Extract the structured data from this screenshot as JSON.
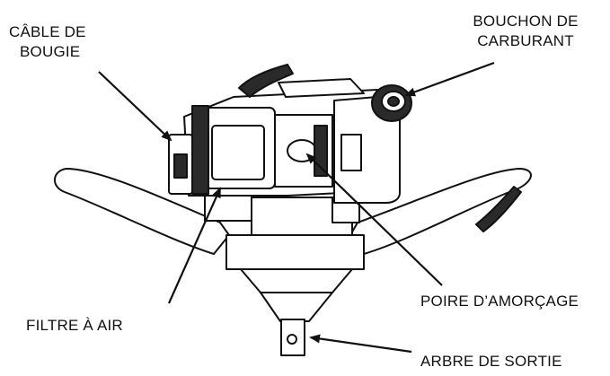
{
  "labels": {
    "spark_plug_cable": [
      "CÂBLE DE",
      "BOUGIE"
    ],
    "fuel_cap": [
      "BOUCHON DE",
      "CARBURANT"
    ],
    "primer_bulb": "POIRE D’AMORÇAGE",
    "air_filter": "FILTRE À AIR",
    "output_shaft": "ARBRE DE SORTIE"
  },
  "colors": {
    "line": "#111111",
    "fill": "#ffffff",
    "shade": "#2a2a2a"
  }
}
